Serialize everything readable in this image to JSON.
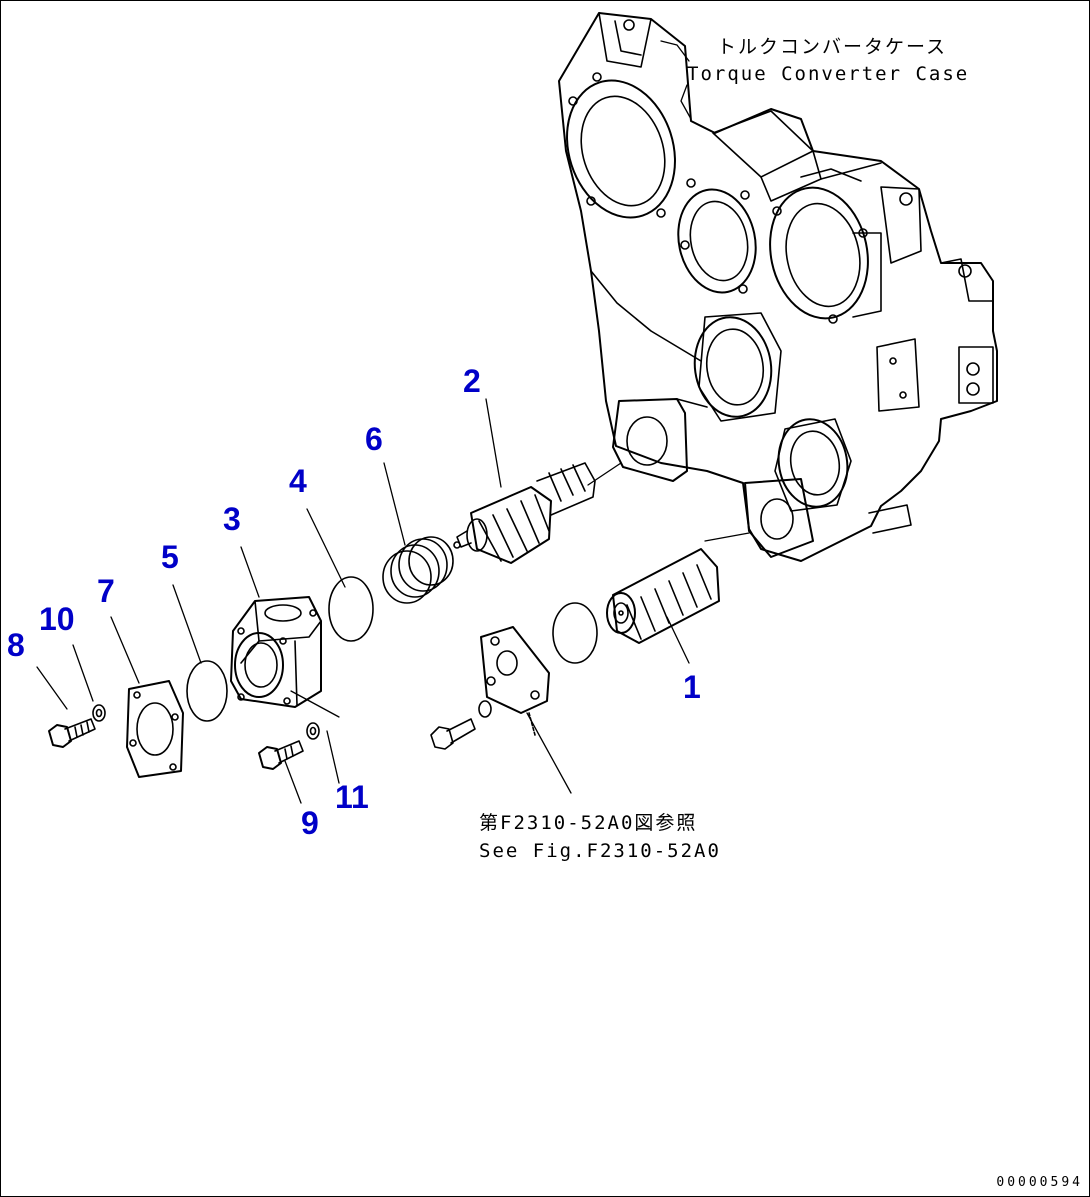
{
  "callout_color": "#0000c8",
  "case_label": {
    "jp": "トルクコンバータケース",
    "en": "Torque Converter Case"
  },
  "see_fig": {
    "jp": "第F2310-52A0図参照",
    "en": "See Fig.F2310-52A0"
  },
  "callouts": {
    "c1": "1",
    "c2": "2",
    "c3": "3",
    "c4": "4",
    "c5": "5",
    "c6": "6",
    "c7": "7",
    "c8": "8",
    "c9": "9",
    "c10": "10",
    "c11": "11"
  },
  "drawing_number": "00000594"
}
